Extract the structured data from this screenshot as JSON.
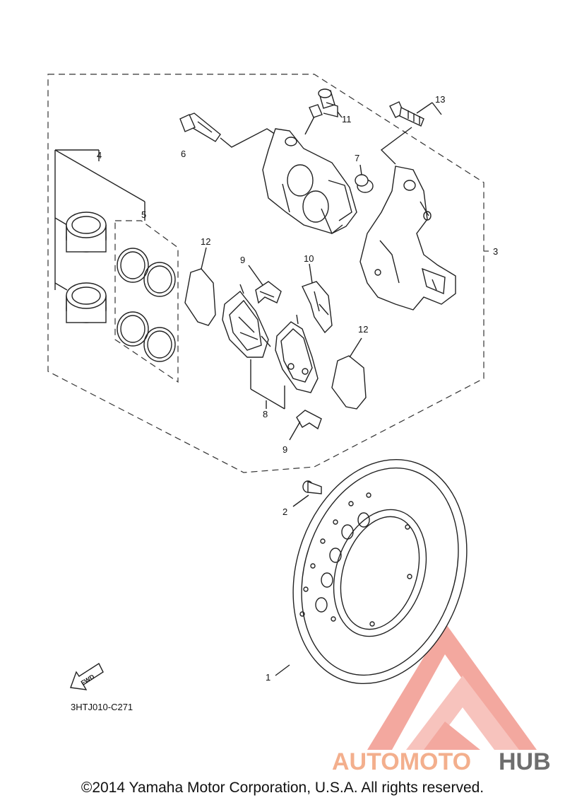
{
  "callouts": {
    "c1": "1",
    "c2": "2",
    "c3": "3",
    "c4": "4",
    "c5": "5",
    "c6": "6",
    "c7": "7",
    "c8": "8",
    "c9a": "9",
    "c9b": "9",
    "c10": "10",
    "c11": "11",
    "c12a": "12",
    "c12b": "12",
    "c13": "13"
  },
  "fwd_label": "FWD",
  "diagram_code": "3HTJ010-C271",
  "watermark": {
    "brand_part1": "AUTOMOTO",
    "brand_part2": "HUB",
    "color_primary": "#f2a27a",
    "color_secondary": "#555555",
    "logo_color": "#f08b80"
  },
  "copyright": "©2014 Yamaha Motor Corporation, U.S.A. All rights reserved."
}
